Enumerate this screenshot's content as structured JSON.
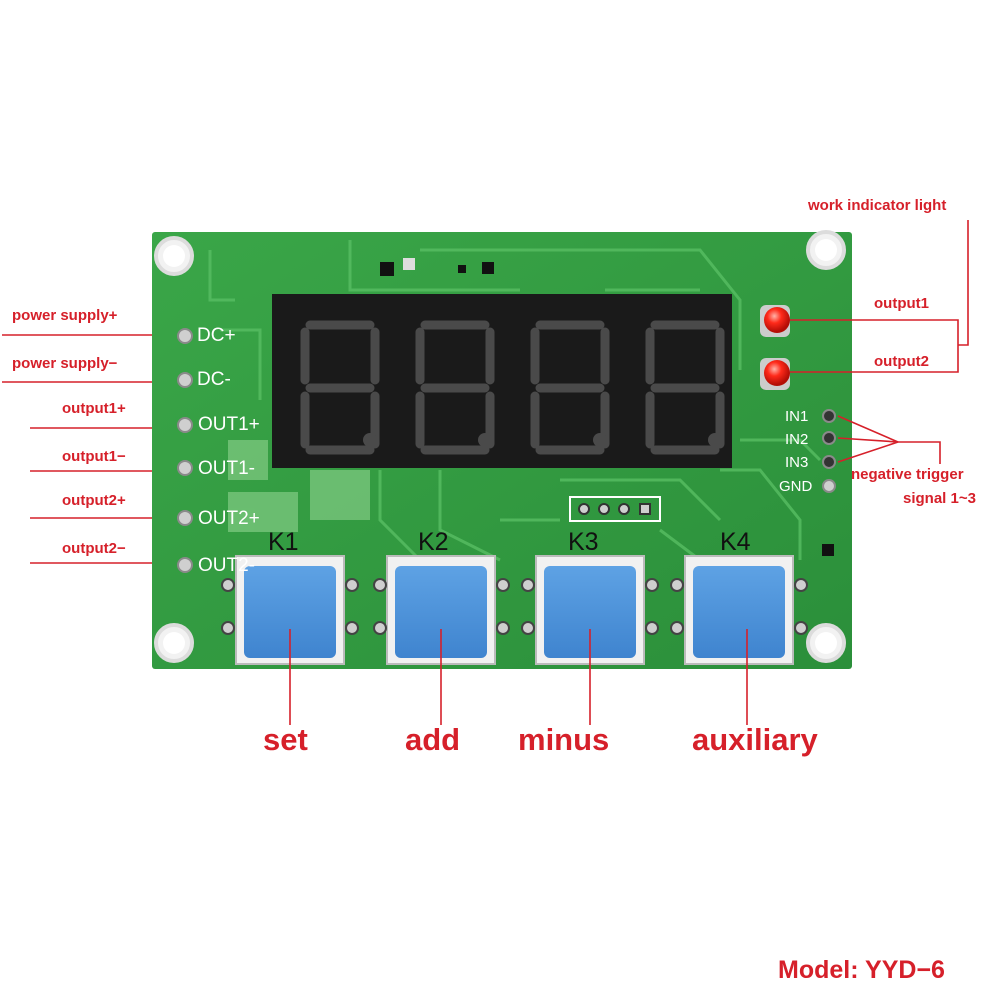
{
  "left_labels": {
    "power_supply_plus": "power supply+",
    "power_supply_minus": "power supply−",
    "output1_plus": "output1+",
    "output1_minus": "output1−",
    "output2_plus": "output2+",
    "output2_minus": "output2−"
  },
  "right_labels": {
    "work_indicator": "work indicator light",
    "output1": "output1",
    "output2": "output2",
    "negative_trigger_line1": "negative trigger",
    "negative_trigger_line2": "signal 1~3"
  },
  "board_pins": {
    "dc_plus": "DC+",
    "dc_minus": "DC-",
    "out1_plus": "OUT1+",
    "out1_minus": "OUT1-",
    "out2_plus": "OUT2+",
    "out2_minus": "OUT2-",
    "in1": "IN1",
    "in2": "IN2",
    "in3": "IN3",
    "gnd": "GND"
  },
  "keys": {
    "k1": "K1",
    "k2": "K2",
    "k3": "K3",
    "k4": "K4"
  },
  "button_functions": {
    "set": "set",
    "add": "add",
    "minus": "minus",
    "auxiliary": "auxiliary"
  },
  "model": "Model: YYD−6",
  "colors": {
    "annotation_red": "#d6202a",
    "pcb_green": "#2f9a3e",
    "button_blue": "#4a8fd6",
    "led_red": "#ff2a1a"
  }
}
